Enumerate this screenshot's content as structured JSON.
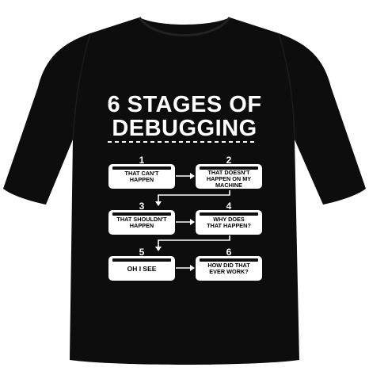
{
  "shirt": {
    "color": "#0d0d0d",
    "print_color": "#ffffff",
    "background": "#ffffff"
  },
  "print": {
    "title_line1": "6 STAGES OF",
    "title_line2": "DEBUGGING",
    "stages": [
      {
        "number": "1",
        "label_lines": [
          "THAT CAN'T",
          "HAPPEN"
        ]
      },
      {
        "number": "2",
        "label_lines": [
          "THAT DOESN'T",
          "HAPPEN ON MY",
          "MACHINE"
        ]
      },
      {
        "number": "3",
        "label_lines": [
          "THAT SHOULDN'T",
          "HAPPEN"
        ]
      },
      {
        "number": "4",
        "label_lines": [
          "WHY DOES",
          "THAT HAPPEN?"
        ]
      },
      {
        "number": "5",
        "label_lines": [
          "OH I SEE"
        ]
      },
      {
        "number": "6",
        "label_lines": [
          "HOW DID THAT",
          "EVER WORK?"
        ]
      }
    ]
  }
}
